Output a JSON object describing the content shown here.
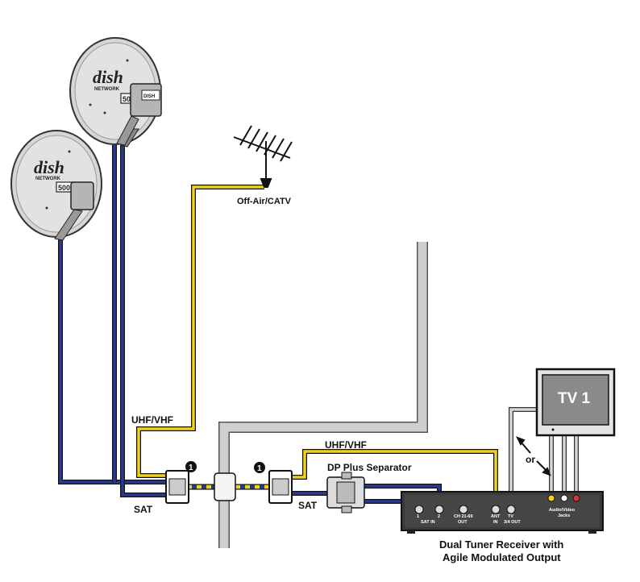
{
  "labels": {
    "off_air": "Off-Air/CATV",
    "uhf_vhf_left": "UHF/VHF",
    "uhf_vhf_right": "UHF/VHF",
    "sat_left": "SAT",
    "sat_right": "SAT",
    "dp_separator": "DP Plus Separator",
    "or": "or",
    "tv": "TV 1",
    "receiver_line1": "Dual Tuner Receiver with",
    "receiver_line2": "Agile Modulated Output",
    "callout_left": "1",
    "callout_right": "1"
  },
  "dishes": {
    "logo_top": "dish",
    "logo_sub": "NETWORK",
    "model": "500",
    "lnb_badge": "DISH"
  },
  "receiver_ports": {
    "sat_1": "1",
    "sat_2": "2",
    "sat_in": "SAT IN",
    "ch_out_1": "CH 21-69",
    "ch_out_2": "OUT",
    "ant_1": "ANT",
    "ant_2": "IN",
    "tv_1": "TV",
    "tv_2": "3/4 OUT",
    "av_1": "Audio/Video",
    "av_2": "Jacks"
  },
  "colors": {
    "sat_cable": "#2a3a8c",
    "offair_cable": "#f2d21b",
    "wall": "#c9c9c9",
    "device": "#3a3a3a"
  }
}
